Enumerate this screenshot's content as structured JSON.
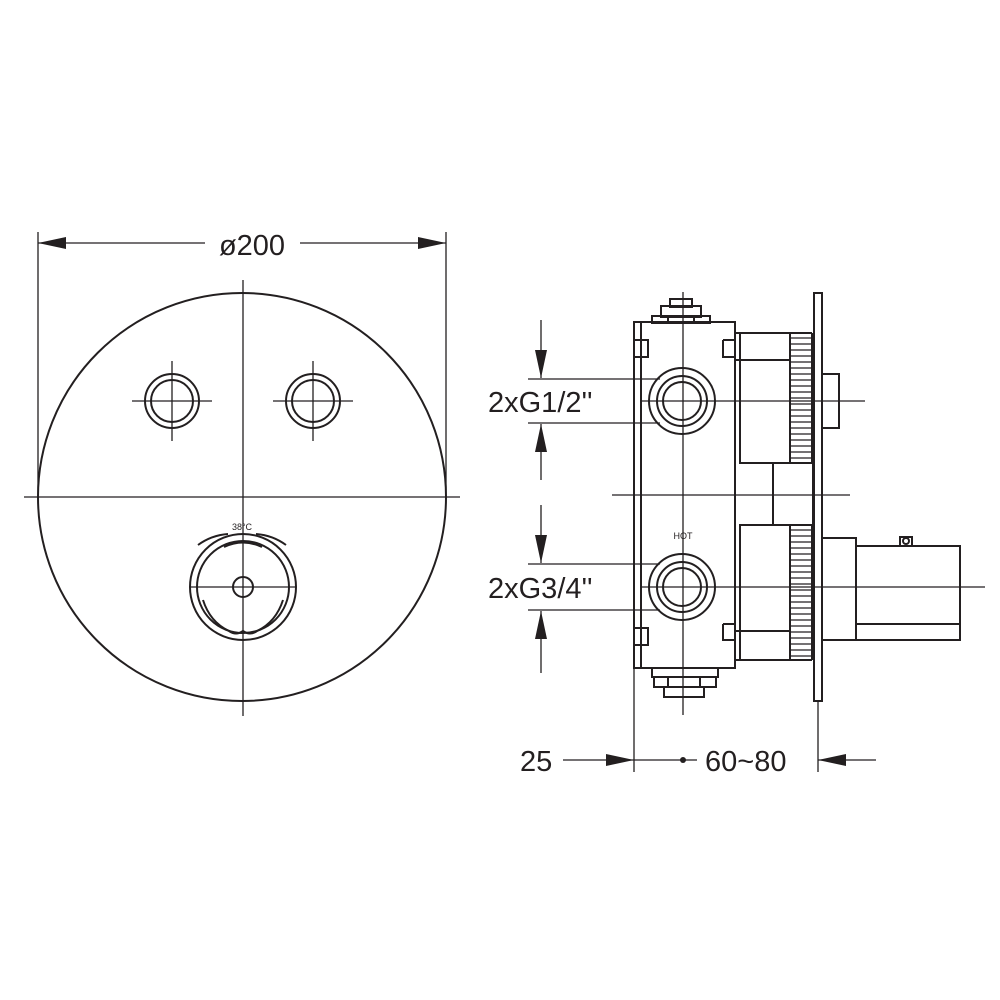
{
  "labels": {
    "diameter": "ø200",
    "temperature": "38°C",
    "hot": "HOT",
    "connection_upper": "2xG1/2''",
    "connection_lower": "2xG3/4''",
    "depth_front": "25",
    "depth_range": "60~80"
  },
  "colors": {
    "line": "#231f20",
    "background": "#ffffff"
  }
}
